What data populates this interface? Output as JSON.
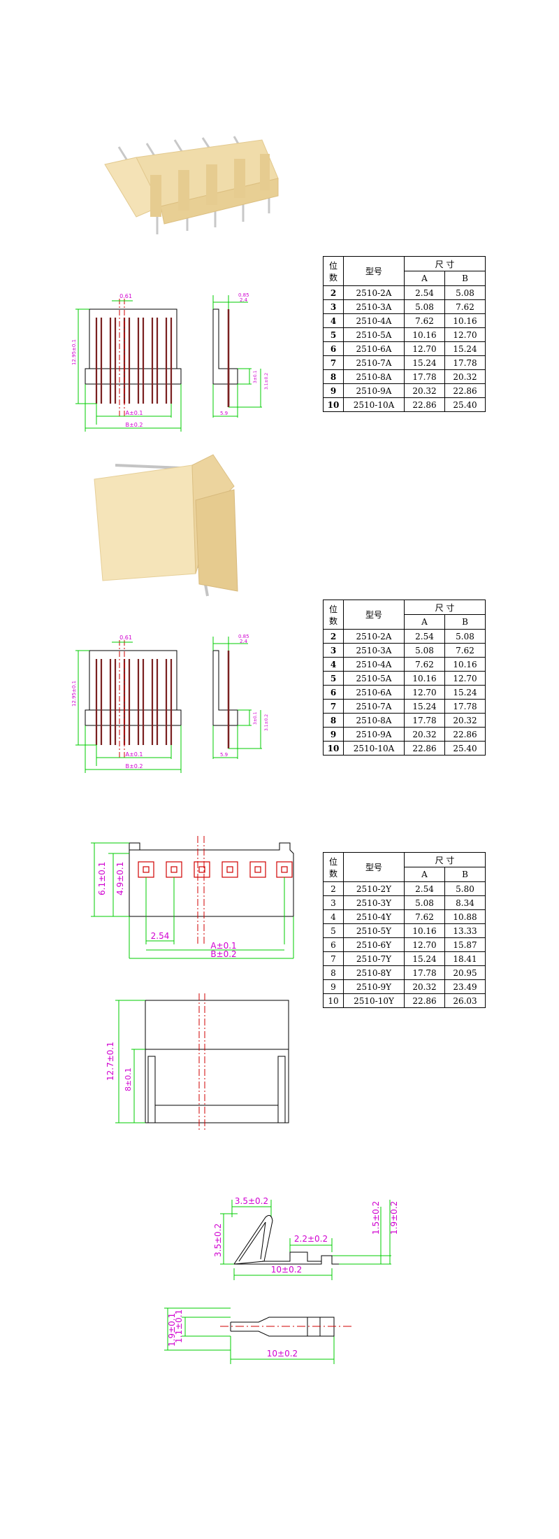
{
  "colors": {
    "dimension": "#d000d0",
    "extension": "#00cc00",
    "center": "#d00000",
    "housing": "#f1dfb3"
  },
  "section1": {
    "dims": {
      "pitch": "0.61",
      "top1": "0.85",
      "top2": "2.4",
      "height": "12.95±0.1",
      "h2": "3±0.1",
      "h3": "3.1±0.2",
      "a": "A±0.1",
      "b": "B±0.2",
      "depth": "5.9"
    },
    "table": {
      "head_pos": [
        "位",
        "数"
      ],
      "head_model": "型号",
      "head_size": "尺    寸",
      "col_a": "A",
      "col_b": "B",
      "rows": [
        {
          "pos": "2",
          "model": "2510-2A",
          "a": "2.54",
          "b": "5.08"
        },
        {
          "pos": "3",
          "model": "2510-3A",
          "a": "5.08",
          "b": "7.62"
        },
        {
          "pos": "4",
          "model": "2510-4A",
          "a": "7.62",
          "b": "10.16"
        },
        {
          "pos": "5",
          "model": "2510-5A",
          "a": "10.16",
          "b": "12.70"
        },
        {
          "pos": "6",
          "model": "2510-6A",
          "a": "12.70",
          "b": "15.24"
        },
        {
          "pos": "7",
          "model": "2510-7A",
          "a": "15.24",
          "b": "17.78"
        },
        {
          "pos": "8",
          "model": "2510-8A",
          "a": "17.78",
          "b": "20.32"
        },
        {
          "pos": "9",
          "model": "2510-9A",
          "a": "20.32",
          "b": "22.86"
        },
        {
          "pos": "10",
          "model": "2510-10A",
          "a": "22.86",
          "b": "25.40"
        }
      ]
    }
  },
  "section2": {
    "dims": {
      "pitch": "0.61",
      "top1": "0.85",
      "top2": "2.4",
      "height": "12.95±0.1",
      "h2": "3±0.1",
      "h3": "3.1±0.2",
      "a": "A±0.1",
      "b": "B±0.2",
      "depth": "5.9"
    },
    "table": {
      "head_pos": [
        "位",
        "数"
      ],
      "head_model": "型号",
      "head_size": "尺    寸",
      "col_a": "A",
      "col_b": "B",
      "rows": [
        {
          "pos": "2",
          "model": "2510-2A",
          "a": "2.54",
          "b": "5.08"
        },
        {
          "pos": "3",
          "model": "2510-3A",
          "a": "5.08",
          "b": "7.62"
        },
        {
          "pos": "4",
          "model": "2510-4A",
          "a": "7.62",
          "b": "10.16"
        },
        {
          "pos": "5",
          "model": "2510-5A",
          "a": "10.16",
          "b": "12.70"
        },
        {
          "pos": "6",
          "model": "2510-6A",
          "a": "12.70",
          "b": "15.24"
        },
        {
          "pos": "7",
          "model": "2510-7A",
          "a": "15.24",
          "b": "17.78"
        },
        {
          "pos": "8",
          "model": "2510-8A",
          "a": "17.78",
          "b": "20.32"
        },
        {
          "pos": "9",
          "model": "2510-9A",
          "a": "20.32",
          "b": "22.86"
        },
        {
          "pos": "10",
          "model": "2510-10A",
          "a": "22.86",
          "b": "25.40"
        }
      ]
    }
  },
  "section3": {
    "dims": {
      "h1": "6.1±0.1",
      "h2": "4.9±0.1",
      "pitch": "2.54",
      "a": "A±0.1",
      "b": "B±0.2",
      "h3": "12.7±0.1",
      "h4": "8±0.1"
    },
    "table": {
      "head_pos": [
        "位",
        "数"
      ],
      "head_model": "型号",
      "head_size": "尺    寸",
      "col_a": "A",
      "col_b": "B",
      "rows": [
        {
          "pos": "2",
          "model": "2510-2Y",
          "a": "2.54",
          "b": "5.80"
        },
        {
          "pos": "3",
          "model": "2510-3Y",
          "a": "5.08",
          "b": "8.34"
        },
        {
          "pos": "4",
          "model": "2510-4Y",
          "a": "7.62",
          "b": "10.88"
        },
        {
          "pos": "5",
          "model": "2510-5Y",
          "a": "10.16",
          "b": "13.33"
        },
        {
          "pos": "6",
          "model": "2510-6Y",
          "a": "12.70",
          "b": "15.87"
        },
        {
          "pos": "7",
          "model": "2510-7Y",
          "a": "15.24",
          "b": "18.41"
        },
        {
          "pos": "8",
          "model": "2510-8Y",
          "a": "17.78",
          "b": "20.95"
        },
        {
          "pos": "9",
          "model": "2510-9Y",
          "a": "20.32",
          "b": "23.49"
        },
        {
          "pos": "10",
          "model": "2510-10Y",
          "a": "22.86",
          "b": "26.03"
        }
      ]
    }
  },
  "section4": {
    "dims": {
      "d1": "3.5±0.2",
      "d2": "2.2±0.2",
      "d3": "1.5±0.2",
      "d4": "1.9±0.2",
      "d5": "3.5±0.2",
      "d6": "10±0.2",
      "d7": "1.9±0.1",
      "d8": "1.1±0.1",
      "d9": "10±0.2"
    }
  }
}
